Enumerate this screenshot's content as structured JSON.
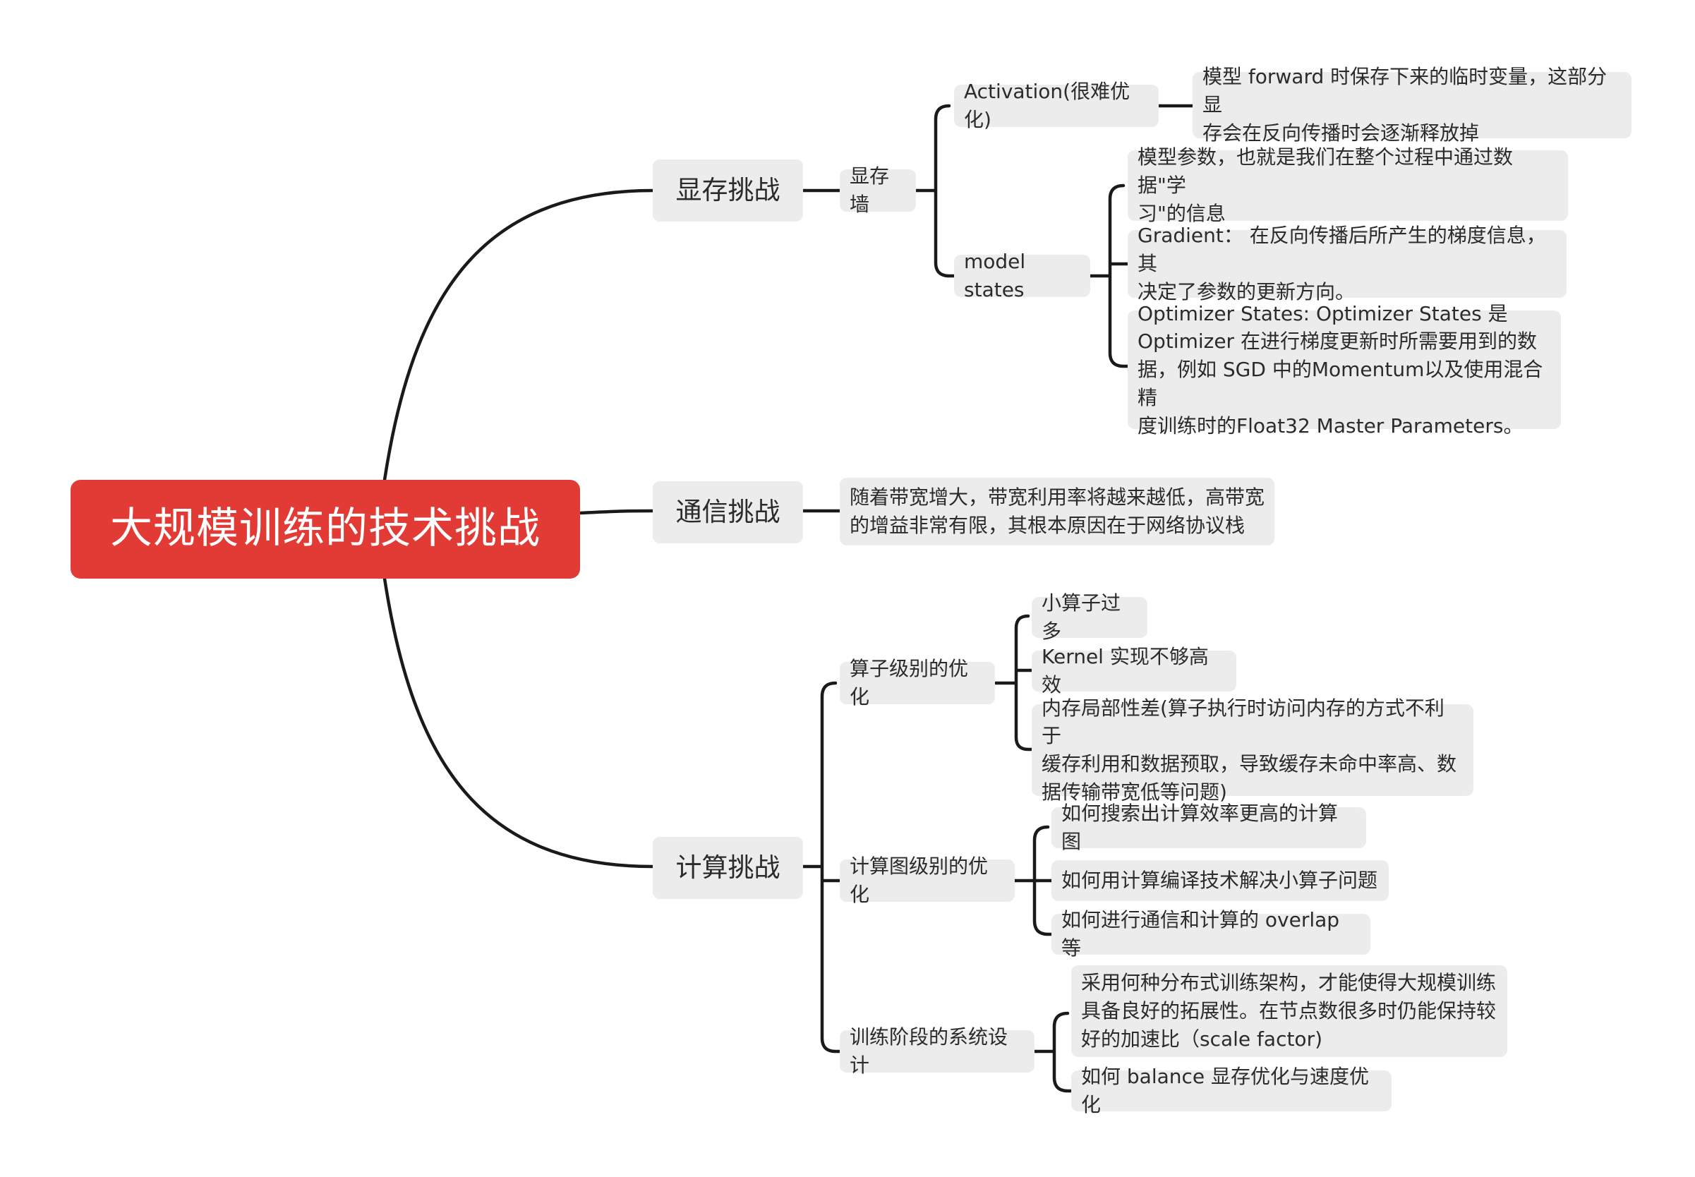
{
  "root": "大规模训练的技术挑战",
  "colors": {
    "root": "#e23b36",
    "node": "#ececec",
    "line": "#1a1a1a"
  },
  "branches": {
    "memory": {
      "title": "显存挑战",
      "wall": "显存墙",
      "activation": "Activation(很难优化)",
      "activation_desc": "模型 forward 时保存下来的临时变量，这部分显\n存会在反向传播时会逐渐释放掉",
      "model_states": "model states",
      "params_desc": "模型参数，也就是我们在整个过程中通过数据\"学\n习\"的信息",
      "gradient_desc": "Gradient：  在反向传播后所产生的梯度信息，其\n决定了参数的更新方向。",
      "optimizer_desc": "Optimizer States: Optimizer States 是\nOptimizer 在进行梯度更新时所需要用到的数\n据，例如 SGD 中的Momentum以及使用混合精\n度训练时的Float32 Master Parameters。"
    },
    "comm": {
      "title": "通信挑战",
      "desc": "随着带宽增大，带宽利用率将越来越低，高带宽\n的增益非常有限，其根本原因在于网络协议栈"
    },
    "compute": {
      "title": "计算挑战",
      "op_level": "算子级别的优化",
      "op_items": [
        "小算子过多",
        "Kernel 实现不够高效",
        "内存局部性差(算子执行时访问内存的方式不利于\n缓存利用和数据预取，导致缓存未命中率高、数\n据传输带宽低等问题)"
      ],
      "graph_level": "计算图级别的优化",
      "graph_items": [
        "如何搜索出计算效率更高的计算图",
        "如何用计算编译技术解决小算子问题",
        "如何进行通信和计算的 overlap 等"
      ],
      "system_design": "训练阶段的系统设计",
      "system_items": [
        "采用何种分布式训练架构，才能使得大规模训练\n具备良好的拓展性。在节点数很多时仍能保持较\n好的加速比（scale factor)",
        "如何 balance 显存优化与速度优化"
      ]
    }
  }
}
